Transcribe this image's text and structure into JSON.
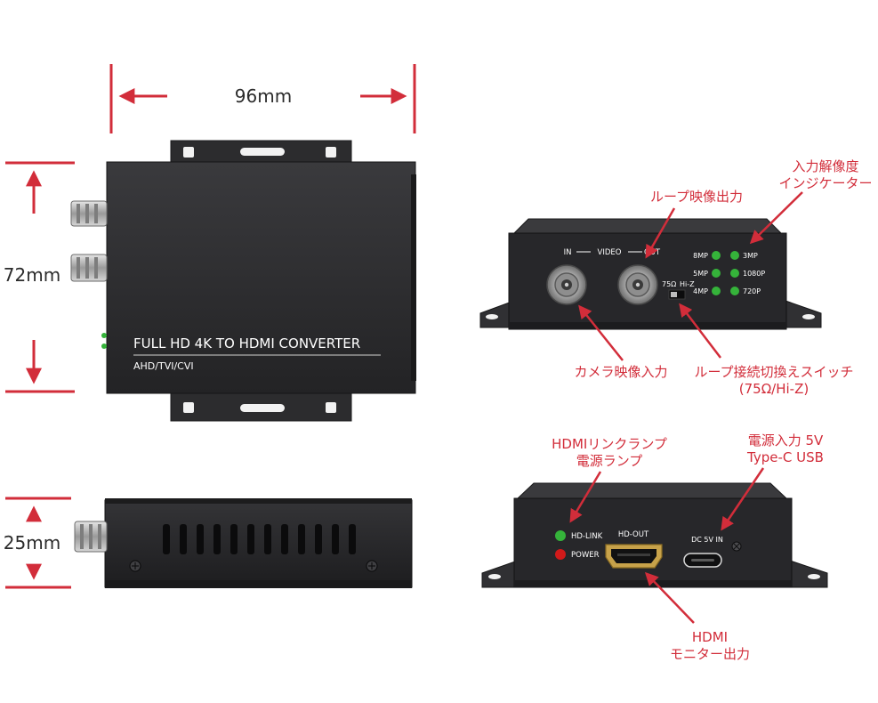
{
  "colors": {
    "accent_red": "#d22d3a",
    "device_body": "#2b2b2d",
    "led_green": "#35b33a",
    "led_red": "#d11a1a"
  },
  "dimensions": {
    "width": "96mm",
    "depth": "72mm",
    "height": "25mm"
  },
  "device_top": {
    "label_main": "FULL HD 4K TO HDMI CONVERTER",
    "label_sub": "AHD/TVI/CVI"
  },
  "front_panel": {
    "video_in_label": "IN",
    "video_label": "VIDEO",
    "video_out_label": "OUT",
    "impedance_label_75": "75Ω",
    "impedance_label_hiz": "Hi-Z",
    "indicators": [
      {
        "left_label": "8MP",
        "right_label": "3MP"
      },
      {
        "left_label": "5MP",
        "right_label": "1080P"
      },
      {
        "left_label": "4MP",
        "right_label": "720P"
      }
    ]
  },
  "rear_panel": {
    "hd_link_label": "HD-LINK",
    "power_label": "POWER",
    "hd_out_label": "HD-OUT",
    "dc_label": "DC 5V IN"
  },
  "callouts": {
    "resolution_indicator": {
      "line1": "入力解像度",
      "line2": "インジケーター"
    },
    "loop_out": "ループ映像出力",
    "camera_in": "カメラ映像入力",
    "loop_switch": {
      "line1": "ループ接続切換えスイッチ",
      "line2": "(75Ω/Hi-Z)"
    },
    "hdmi_led": {
      "line1": "HDMIリンクランプ",
      "line2": "電源ランプ"
    },
    "power_in": {
      "line1": "電源入力 5V",
      "line2": "Type-C USB"
    },
    "hdmi_out": {
      "line1": "HDMI",
      "line2": "モニター出力"
    }
  }
}
